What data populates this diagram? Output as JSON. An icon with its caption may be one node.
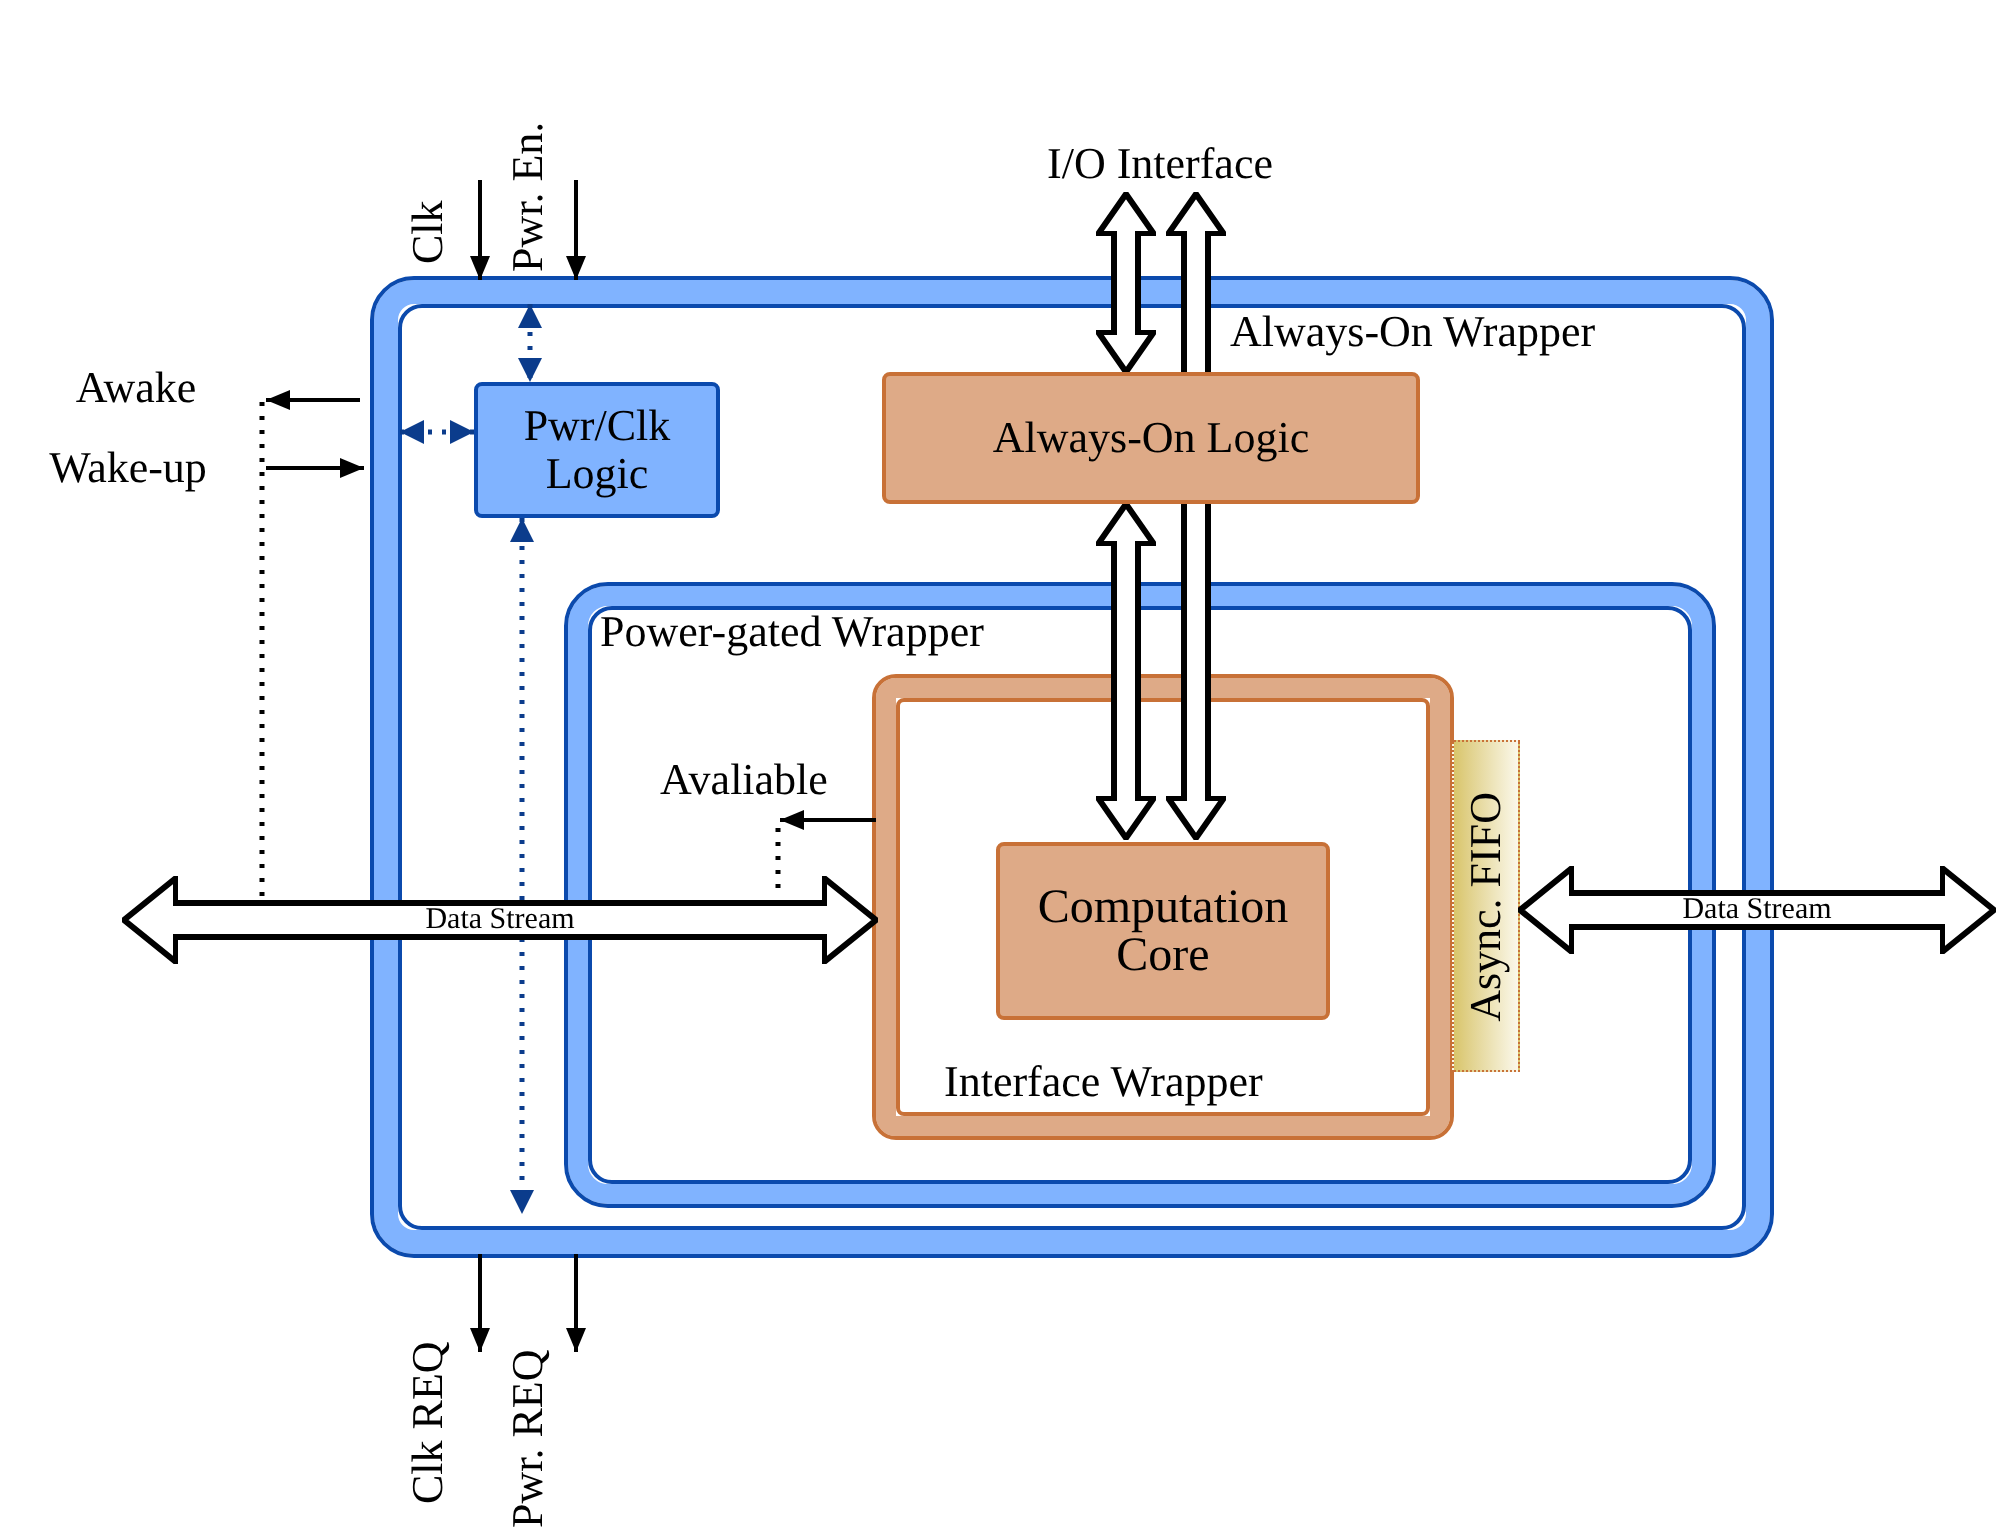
{
  "diagram": {
    "nodes": [
      {
        "text": [
          "Always-On Wrapper"
        ]
      },
      {
        "text": [
          "Pwr/Clk Logic"
        ],
        "in": 0
      },
      {
        "text": [
          "Always-On Logic"
        ],
        "in": 0
      },
      {
        "text": [
          "Power-gated Wrapper"
        ],
        "in": 0
      },
      {
        "text": [
          "Interface Wrapper"
        ],
        "in": 3
      },
      {
        "text": [
          "Computation Core"
        ],
        "in": 4
      },
      {
        "text": [
          "Async. FIFO"
        ],
        "in": 3
      },
      {
        "text": [
          "Clk"
        ]
      },
      {
        "text": [
          "Pwr. En."
        ]
      },
      {
        "text": [
          "Awake"
        ]
      },
      {
        "text": [
          "Wake-up"
        ]
      },
      {
        "text": [
          "I/O Interface"
        ]
      },
      {
        "text": [
          "Avaliable"
        ],
        "in": 3
      },
      {
        "text": [
          "Clk REQ"
        ]
      },
      {
        "text": [
          "Pwr. REQ"
        ]
      }
    ],
    "edges": [
      {
        "from": 7,
        "to": 0,
        "arrow": "to"
      },
      {
        "from": 8,
        "to": 0,
        "arrow": "to"
      },
      {
        "from": 0,
        "to": 9,
        "arrow": "to"
      },
      {
        "from": 10,
        "to": 0,
        "arrow": "to"
      },
      {
        "from": 11,
        "to": 2,
        "arrow": "both",
        "style": "thick"
      },
      {
        "from": 2,
        "to": 11,
        "arrow": "to",
        "style": "thick"
      },
      {
        "from": 2,
        "to": 5,
        "arrow": "both",
        "style": "thick"
      },
      {
        "from": 2,
        "to": 5,
        "arrow": "to",
        "style": "thick"
      },
      {
        "from": 0,
        "to": 1,
        "arrow": "both",
        "style": "dashed",
        "color": "#0b3c8c"
      },
      {
        "from": 0,
        "to": 1,
        "arrow": "both",
        "style": "dashed",
        "color": "#0b3c8c"
      },
      {
        "from": 1,
        "to": 0,
        "arrow": "both",
        "style": "dashed",
        "color": "#0b3c8c"
      },
      {
        "from": 4,
        "to": 12,
        "arrow": "to"
      },
      {
        "from": 0,
        "to": 13,
        "arrow": "to"
      },
      {
        "from": 0,
        "to": 14,
        "arrow": "to"
      },
      {
        "from": null,
        "to": 4,
        "arrow": "both",
        "style": "thick",
        "label": "Data Stream"
      },
      {
        "from": 6,
        "to": null,
        "arrow": "both",
        "style": "thick",
        "label": "Data Stream"
      }
    ]
  }
}
